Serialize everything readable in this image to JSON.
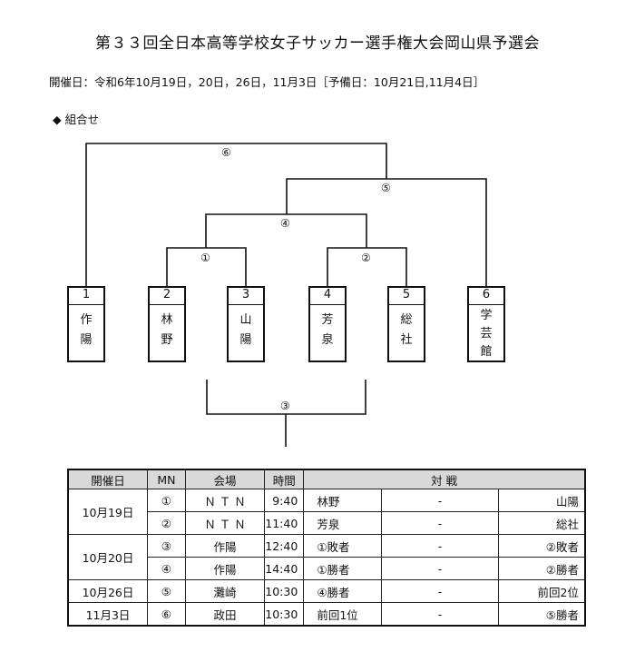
{
  "title": "第３３回全日本高等学校女子サッカー選手権大会岡山県予選会",
  "dates": "開催日：令和6年10月19日，20日，26日，11月3日［予備日：10月21日,11月4日］",
  "section_label": "◆ 組合せ",
  "teams": [
    {
      "num": "1",
      "name": [
        "作",
        "陽"
      ]
    },
    {
      "num": "2",
      "name": [
        "林",
        "野"
      ]
    },
    {
      "num": "3",
      "name": [
        "山",
        "陽"
      ]
    },
    {
      "num": "4",
      "name": [
        "芳",
        "泉"
      ]
    },
    {
      "num": "5",
      "name": [
        "総",
        "社"
      ]
    },
    {
      "num": "6",
      "name": [
        "学",
        "芸",
        "館"
      ]
    }
  ],
  "matches": {
    "m1": "①",
    "m2": "②",
    "m3": "③",
    "m4": "④",
    "m5": "⑤",
    "m6": "⑥"
  },
  "table": {
    "headers": {
      "date": "開催日",
      "mn": "MN",
      "venue": "会場",
      "time": "時間",
      "match": "対 戦"
    },
    "rows": [
      {
        "date": "10月19日",
        "mn": "①",
        "venue": "Ｎ Ｔ Ｎ",
        "time": "9:40",
        "home": "林野",
        "vs": "-",
        "away": "山陽"
      },
      {
        "mn": "②",
        "venue": "Ｎ Ｔ Ｎ",
        "time": "11:40",
        "home": "芳泉",
        "vs": "-",
        "away": "総社"
      },
      {
        "date": "10月20日",
        "mn": "③",
        "venue": "作陽",
        "time": "12:40",
        "home": "①敗者",
        "vs": "-",
        "away": "②敗者"
      },
      {
        "mn": "④",
        "venue": "作陽",
        "time": "14:40",
        "home": "①勝者",
        "vs": "-",
        "away": "②勝者"
      },
      {
        "date": "10月26日",
        "mn": "⑤",
        "venue": "灘崎",
        "time": "10:30",
        "home": "④勝者",
        "vs": "-",
        "away": "前回2位"
      },
      {
        "date": "11月3日",
        "mn": "⑥",
        "venue": "政田",
        "time": "10:30",
        "home": "前回1位",
        "vs": "-",
        "away": "⑤勝者"
      }
    ]
  }
}
